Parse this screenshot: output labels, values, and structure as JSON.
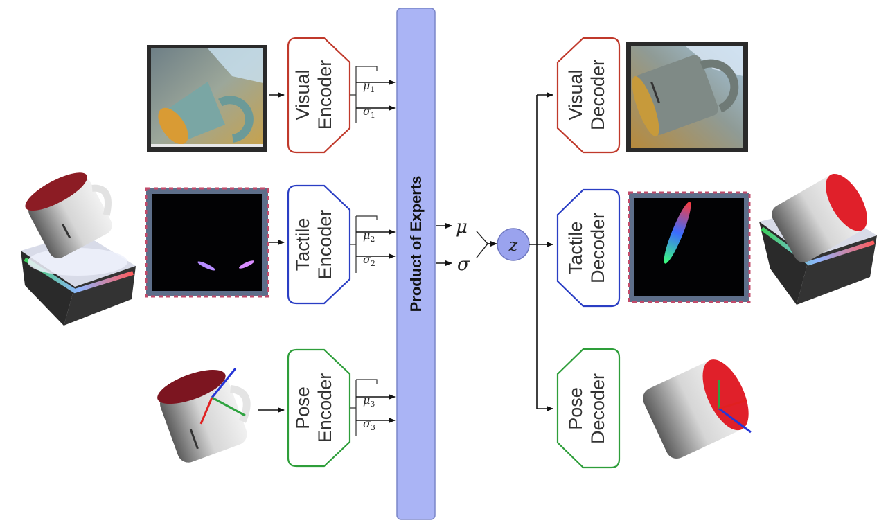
{
  "encoders": [
    {
      "line1": "Visual",
      "line2": "Encoder",
      "mu": "μ",
      "mu_sub": "1",
      "sigma": "σ",
      "sigma_sub": "1",
      "color": "#c0392b"
    },
    {
      "line1": "Tactile",
      "line2": "Encoder",
      "mu": "μ",
      "mu_sub": "2",
      "sigma": "σ",
      "sigma_sub": "2",
      "color": "#2a3ec4"
    },
    {
      "line1": "Pose",
      "line2": "Encoder",
      "mu": "μ",
      "mu_sub": "3",
      "sigma": "σ",
      "sigma_sub": "3",
      "color": "#2e9e3a"
    }
  ],
  "decoders": [
    {
      "line1": "Visual",
      "line2": "Decoder",
      "color": "#c0392b"
    },
    {
      "line1": "Tactile",
      "line2": "Decoder",
      "color": "#2a3ec4"
    },
    {
      "line1": "Pose",
      "line2": "Decoder",
      "color": "#2e9e3a"
    }
  ],
  "fusion": {
    "label": "Product of Experts",
    "fill": "#aab4f5",
    "mu": "μ",
    "sigma": "σ"
  },
  "latent": {
    "label": "z",
    "fill": "#9aa3ee"
  }
}
